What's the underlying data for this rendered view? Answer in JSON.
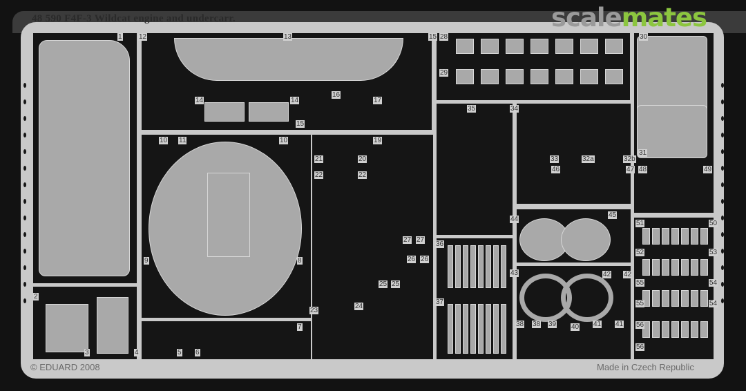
{
  "header": {
    "title": "48 590  F4F-3 Wildcat engine and undercarr."
  },
  "logo": {
    "text_part1": "scale",
    "text_part2": "mates",
    "colors": {
      "scale": "#9a9a9a",
      "mates": "#8cc63f"
    }
  },
  "footer": {
    "copyright": "© EDUARD 2008",
    "origin": "Made in Czech Republic"
  },
  "part_numbers": [
    "1",
    "12",
    "13",
    "15",
    "28",
    "29",
    "30",
    "14",
    "16",
    "17",
    "14",
    "15",
    "35",
    "34",
    "10",
    "11",
    "10",
    "21",
    "20",
    "19",
    "22",
    "22",
    "33",
    "32a",
    "32b",
    "31",
    "46",
    "47",
    "48",
    "49",
    "44",
    "45",
    "51",
    "50",
    "52",
    "53",
    "9",
    "8",
    "27",
    "27",
    "36",
    "26",
    "26",
    "43",
    "42",
    "42",
    "55",
    "54",
    "55",
    "54",
    "2",
    "23",
    "24",
    "25",
    "25",
    "37",
    "38",
    "38",
    "39",
    "40",
    "41",
    "41",
    "56",
    "56",
    "3",
    "4",
    "5",
    "6",
    "7"
  ],
  "colors": {
    "fret": "#c9c9c9",
    "background": "#121212"
  }
}
